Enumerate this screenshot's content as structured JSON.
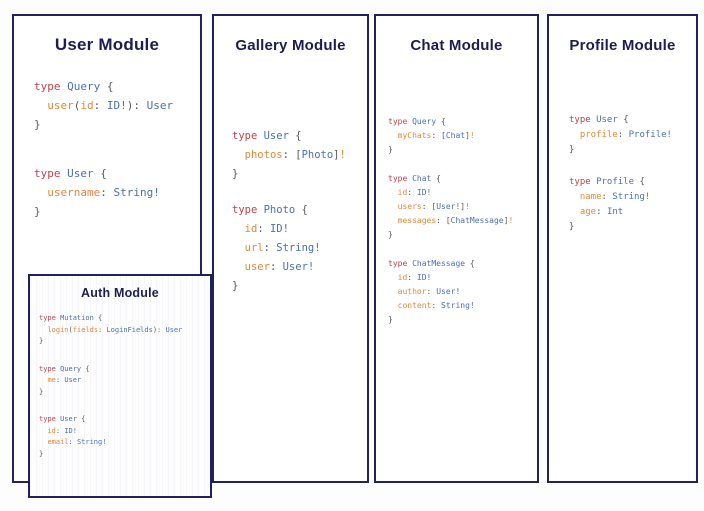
{
  "diagram": {
    "background_color": "#fdfdfd",
    "border_color": "#21215c",
    "title_color": "#1d1d52",
    "syntax_colors": {
      "keyword": "#c0424c",
      "type_name": "#4d6fb5",
      "field_name": "#e0883c",
      "punctuation": "#5a5a5a"
    }
  },
  "modules": {
    "user": {
      "title": "User Module",
      "blocks": [
        {
          "lines": [
            {
              "tokens": [
                {
                  "t": "type ",
                  "c": "kw"
                },
                {
                  "t": "Query",
                  "c": "tname"
                },
                {
                  "t": " {",
                  "c": "pun"
                }
              ]
            },
            {
              "tokens": [
                {
                  "t": "  ",
                  "c": "pun"
                },
                {
                  "t": "user",
                  "c": "fld"
                },
                {
                  "t": "(",
                  "c": "pun"
                },
                {
                  "t": "id",
                  "c": "fld"
                },
                {
                  "t": ": ",
                  "c": "pun"
                },
                {
                  "t": "ID!",
                  "c": "tname"
                },
                {
                  "t": "): ",
                  "c": "pun"
                },
                {
                  "t": "User",
                  "c": "tname"
                }
              ]
            },
            {
              "tokens": [
                {
                  "t": "}",
                  "c": "pun"
                }
              ]
            }
          ]
        },
        {
          "lines": [
            {
              "tokens": [
                {
                  "t": "type ",
                  "c": "kw"
                },
                {
                  "t": "User",
                  "c": "tname"
                },
                {
                  "t": " {",
                  "c": "pun"
                }
              ]
            },
            {
              "tokens": [
                {
                  "t": "  ",
                  "c": "pun"
                },
                {
                  "t": "username",
                  "c": "fld"
                },
                {
                  "t": ": ",
                  "c": "pun"
                },
                {
                  "t": "String!",
                  "c": "tname"
                }
              ]
            },
            {
              "tokens": [
                {
                  "t": "}",
                  "c": "pun"
                }
              ]
            }
          ]
        }
      ]
    },
    "auth": {
      "title": "Auth Module",
      "blocks": [
        {
          "lines": [
            {
              "tokens": [
                {
                  "t": "type ",
                  "c": "kw"
                },
                {
                  "t": "Mutation",
                  "c": "tname"
                },
                {
                  "t": " {",
                  "c": "pun"
                }
              ]
            },
            {
              "tokens": [
                {
                  "t": "  ",
                  "c": "pun"
                },
                {
                  "t": "login",
                  "c": "fld"
                },
                {
                  "t": "(",
                  "c": "pun"
                },
                {
                  "t": "fields",
                  "c": "fld"
                },
                {
                  "t": ": ",
                  "c": "pun"
                },
                {
                  "t": "LoginFields",
                  "c": "tname"
                },
                {
                  "t": "): ",
                  "c": "pun"
                },
                {
                  "t": "User",
                  "c": "tname"
                }
              ]
            },
            {
              "tokens": [
                {
                  "t": "}",
                  "c": "pun"
                }
              ]
            }
          ]
        },
        {
          "lines": [
            {
              "tokens": [
                {
                  "t": "type ",
                  "c": "kw"
                },
                {
                  "t": "Query",
                  "c": "tname"
                },
                {
                  "t": " {",
                  "c": "pun"
                }
              ]
            },
            {
              "tokens": [
                {
                  "t": "  ",
                  "c": "pun"
                },
                {
                  "t": "me",
                  "c": "fld"
                },
                {
                  "t": ": ",
                  "c": "pun"
                },
                {
                  "t": "User",
                  "c": "tname"
                }
              ]
            },
            {
              "tokens": [
                {
                  "t": "}",
                  "c": "pun"
                }
              ]
            }
          ]
        },
        {
          "lines": [
            {
              "tokens": [
                {
                  "t": "type ",
                  "c": "kw"
                },
                {
                  "t": "User",
                  "c": "tname"
                },
                {
                  "t": " {",
                  "c": "pun"
                }
              ]
            },
            {
              "tokens": [
                {
                  "t": "  ",
                  "c": "pun"
                },
                {
                  "t": "id",
                  "c": "fld"
                },
                {
                  "t": ": ",
                  "c": "pun"
                },
                {
                  "t": "ID!",
                  "c": "tname"
                }
              ]
            },
            {
              "tokens": [
                {
                  "t": "  ",
                  "c": "pun"
                },
                {
                  "t": "email",
                  "c": "fld"
                },
                {
                  "t": ": ",
                  "c": "pun"
                },
                {
                  "t": "String!",
                  "c": "tname"
                }
              ]
            },
            {
              "tokens": [
                {
                  "t": "}",
                  "c": "pun"
                }
              ]
            }
          ]
        }
      ]
    },
    "gallery": {
      "title": "Gallery Module",
      "blocks": [
        {
          "lines": [
            {
              "tokens": [
                {
                  "t": "type ",
                  "c": "kw"
                },
                {
                  "t": "User",
                  "c": "tname"
                },
                {
                  "t": " {",
                  "c": "pun"
                }
              ]
            },
            {
              "tokens": [
                {
                  "t": "  ",
                  "c": "pun"
                },
                {
                  "t": "photos",
                  "c": "fld"
                },
                {
                  "t": ": [",
                  "c": "pun"
                },
                {
                  "t": "Photo",
                  "c": "tname"
                },
                {
                  "t": "]",
                  "c": "pun"
                },
                {
                  "t": "!",
                  "c": "bang"
                }
              ]
            },
            {
              "tokens": [
                {
                  "t": "}",
                  "c": "pun"
                }
              ]
            }
          ]
        },
        {
          "lines": [
            {
              "tokens": [
                {
                  "t": "type ",
                  "c": "kw"
                },
                {
                  "t": "Photo",
                  "c": "tname"
                },
                {
                  "t": " {",
                  "c": "pun"
                }
              ]
            },
            {
              "tokens": [
                {
                  "t": "  ",
                  "c": "pun"
                },
                {
                  "t": "id",
                  "c": "fld"
                },
                {
                  "t": ": ",
                  "c": "pun"
                },
                {
                  "t": "ID!",
                  "c": "tname"
                }
              ]
            },
            {
              "tokens": [
                {
                  "t": "  ",
                  "c": "pun"
                },
                {
                  "t": "url",
                  "c": "fld"
                },
                {
                  "t": ": ",
                  "c": "pun"
                },
                {
                  "t": "String!",
                  "c": "tname"
                }
              ]
            },
            {
              "tokens": [
                {
                  "t": "  ",
                  "c": "pun"
                },
                {
                  "t": "user",
                  "c": "fld"
                },
                {
                  "t": ": ",
                  "c": "pun"
                },
                {
                  "t": "User!",
                  "c": "tname"
                }
              ]
            },
            {
              "tokens": [
                {
                  "t": "}",
                  "c": "pun"
                }
              ]
            }
          ]
        }
      ]
    },
    "chat": {
      "title": "Chat Module",
      "blocks": [
        {
          "lines": [
            {
              "tokens": [
                {
                  "t": "type ",
                  "c": "kw"
                },
                {
                  "t": "Query",
                  "c": "tname"
                },
                {
                  "t": " {",
                  "c": "pun"
                }
              ]
            },
            {
              "tokens": [
                {
                  "t": "  ",
                  "c": "pun"
                },
                {
                  "t": "myChats",
                  "c": "fld"
                },
                {
                  "t": ": [",
                  "c": "pun"
                },
                {
                  "t": "Chat",
                  "c": "tname"
                },
                {
                  "t": "]",
                  "c": "pun"
                },
                {
                  "t": "!",
                  "c": "bang"
                }
              ]
            },
            {
              "tokens": [
                {
                  "t": "}",
                  "c": "pun"
                }
              ]
            }
          ]
        },
        {
          "lines": [
            {
              "tokens": [
                {
                  "t": "type ",
                  "c": "kw"
                },
                {
                  "t": "Chat",
                  "c": "tname"
                },
                {
                  "t": " {",
                  "c": "pun"
                }
              ]
            },
            {
              "tokens": [
                {
                  "t": "  ",
                  "c": "pun"
                },
                {
                  "t": "id",
                  "c": "fld"
                },
                {
                  "t": ": ",
                  "c": "pun"
                },
                {
                  "t": "ID!",
                  "c": "tname"
                }
              ]
            },
            {
              "tokens": [
                {
                  "t": "  ",
                  "c": "pun"
                },
                {
                  "t": "users",
                  "c": "fld"
                },
                {
                  "t": ": [",
                  "c": "pun"
                },
                {
                  "t": "User!",
                  "c": "tname"
                },
                {
                  "t": "]",
                  "c": "pun"
                },
                {
                  "t": "!",
                  "c": "bang"
                }
              ]
            },
            {
              "tokens": [
                {
                  "t": "  ",
                  "c": "pun"
                },
                {
                  "t": "messages",
                  "c": "fld"
                },
                {
                  "t": ": [",
                  "c": "pun"
                },
                {
                  "t": "ChatMessage",
                  "c": "tname"
                },
                {
                  "t": "]",
                  "c": "pun"
                },
                {
                  "t": "!",
                  "c": "bang"
                }
              ]
            },
            {
              "tokens": [
                {
                  "t": "}",
                  "c": "pun"
                }
              ]
            }
          ]
        },
        {
          "lines": [
            {
              "tokens": [
                {
                  "t": "type ",
                  "c": "kw"
                },
                {
                  "t": "ChatMessage",
                  "c": "tname"
                },
                {
                  "t": " {",
                  "c": "pun"
                }
              ]
            },
            {
              "tokens": [
                {
                  "t": "  ",
                  "c": "pun"
                },
                {
                  "t": "id",
                  "c": "fld"
                },
                {
                  "t": ": ",
                  "c": "pun"
                },
                {
                  "t": "ID!",
                  "c": "tname"
                }
              ]
            },
            {
              "tokens": [
                {
                  "t": "  ",
                  "c": "pun"
                },
                {
                  "t": "author",
                  "c": "fld"
                },
                {
                  "t": ": ",
                  "c": "pun"
                },
                {
                  "t": "User!",
                  "c": "tname"
                }
              ]
            },
            {
              "tokens": [
                {
                  "t": "  ",
                  "c": "pun"
                },
                {
                  "t": "content",
                  "c": "fld"
                },
                {
                  "t": ": ",
                  "c": "pun"
                },
                {
                  "t": "String!",
                  "c": "tname"
                }
              ]
            },
            {
              "tokens": [
                {
                  "t": "}",
                  "c": "pun"
                }
              ]
            }
          ]
        }
      ]
    },
    "profile": {
      "title": "Profile Module",
      "blocks": [
        {
          "lines": [
            {
              "tokens": [
                {
                  "t": "type ",
                  "c": "kw"
                },
                {
                  "t": "User",
                  "c": "tname"
                },
                {
                  "t": " {",
                  "c": "pun"
                }
              ]
            },
            {
              "tokens": [
                {
                  "t": "  ",
                  "c": "pun"
                },
                {
                  "t": "profile",
                  "c": "fld"
                },
                {
                  "t": ": ",
                  "c": "pun"
                },
                {
                  "t": "Profile!",
                  "c": "tname"
                }
              ]
            },
            {
              "tokens": [
                {
                  "t": "}",
                  "c": "pun"
                }
              ]
            }
          ]
        },
        {
          "lines": [
            {
              "tokens": [
                {
                  "t": "type ",
                  "c": "kw"
                },
                {
                  "t": "Profile",
                  "c": "tname"
                },
                {
                  "t": " {",
                  "c": "pun"
                }
              ]
            },
            {
              "tokens": [
                {
                  "t": "  ",
                  "c": "pun"
                },
                {
                  "t": "name",
                  "c": "fld"
                },
                {
                  "t": ": ",
                  "c": "pun"
                },
                {
                  "t": "String!",
                  "c": "tname"
                }
              ]
            },
            {
              "tokens": [
                {
                  "t": "  ",
                  "c": "pun"
                },
                {
                  "t": "age",
                  "c": "fld"
                },
                {
                  "t": ": ",
                  "c": "pun"
                },
                {
                  "t": "Int",
                  "c": "tname"
                }
              ]
            },
            {
              "tokens": [
                {
                  "t": "}",
                  "c": "pun"
                }
              ]
            }
          ]
        }
      ]
    }
  }
}
